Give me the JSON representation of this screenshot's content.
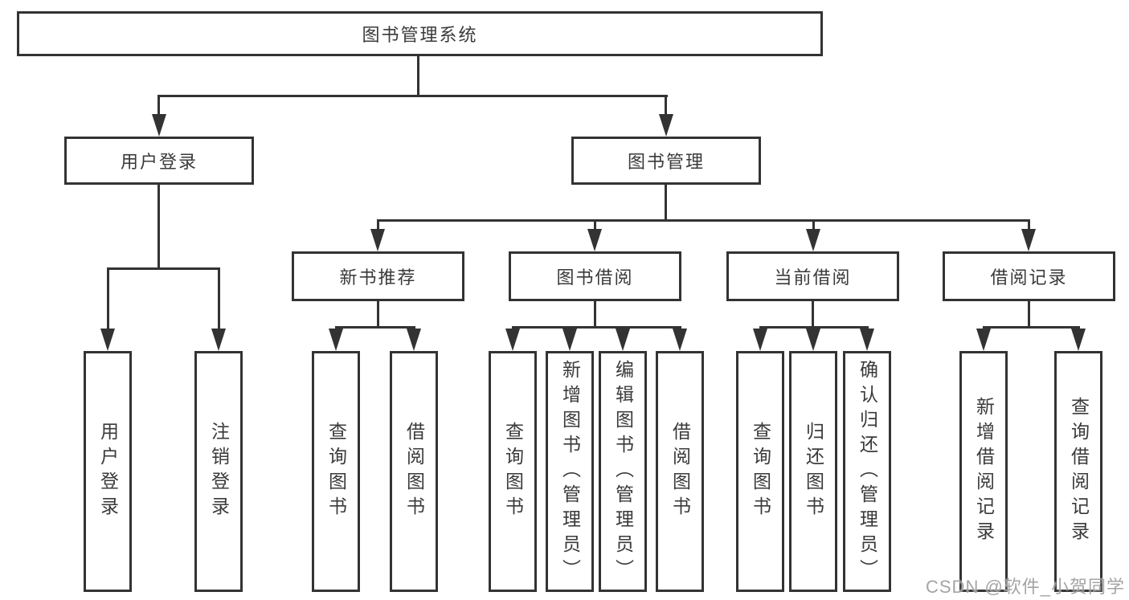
{
  "diagram": {
    "root": "图书管理系统",
    "level2": {
      "user_login": "用户登录",
      "book_mgmt": "图书管理"
    },
    "level3": {
      "new_books": "新书推荐",
      "book_borrow": "图书借阅",
      "current_borrow": "当前借阅",
      "borrow_records": "借阅记录"
    },
    "leaves": {
      "user_login_leaf": "用户登录",
      "logout": "注销登录",
      "nb_query": "查询图书",
      "nb_borrow": "借阅图书",
      "bb_query": "查询图书",
      "bb_add": "新增图书（管理员）",
      "bb_edit": "编辑图书（管理员）",
      "bb_borrow": "借阅图书",
      "cb_query": "查询图书",
      "cb_return": "归还图书",
      "cb_confirm": "确认归还（管理员）",
      "br_add": "新增借阅记录",
      "br_query": "查询借阅记录"
    }
  },
  "watermark": "CSDN @软件_小贺同学",
  "colors": {
    "line": "#333333",
    "text": "#3a3a3a",
    "watermark": "#949494",
    "background": "#ffffff"
  }
}
